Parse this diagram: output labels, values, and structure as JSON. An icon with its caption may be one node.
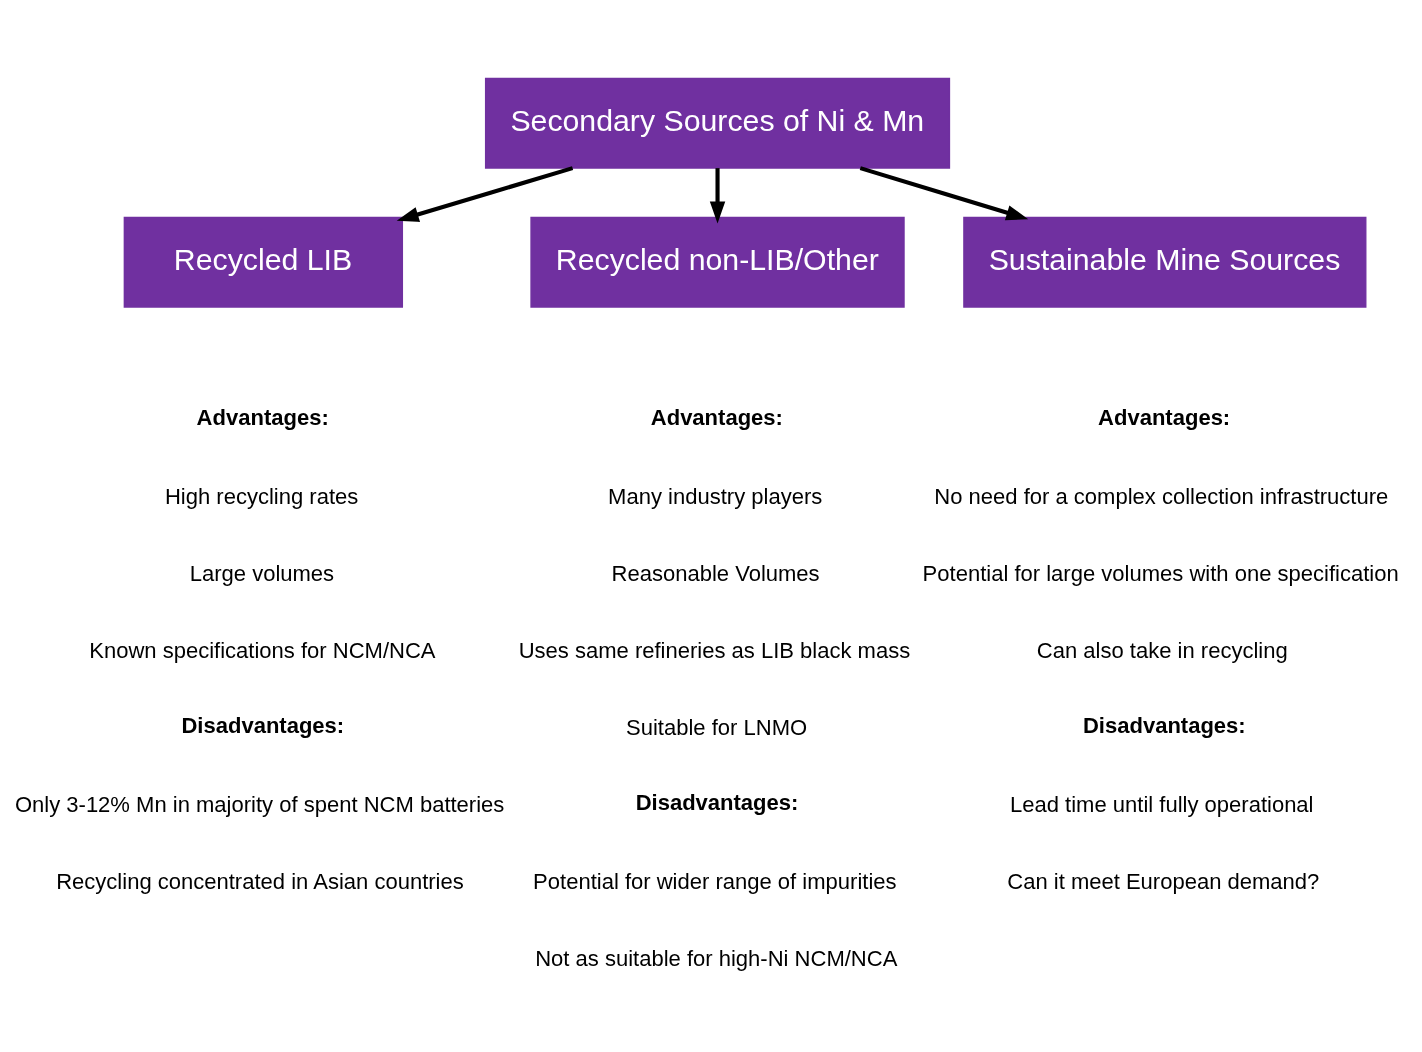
{
  "diagram": {
    "nodes": [
      {
        "text": [
          "Secondary Sources of Ni & Mn"
        ]
      },
      {
        "text": [
          "Recycled LIB"
        ],
        "beside": [
          "Advantages:",
          "High recycling rates",
          "Large volumes",
          "Known specifications for NCM/NCA",
          "Disadvantages:",
          "Only 3-12% Mn in majority of spent NCM batteries",
          "Recycling concentrated in Asian countries"
        ]
      },
      {
        "text": [
          "Recycled non-LIB/Other"
        ],
        "beside": [
          "Advantages:",
          "Many industry players",
          "Reasonable Volumes",
          "Uses same refineries as LIB black mass",
          "Suitable for LNMO",
          "Disadvantages:",
          "Potential for wider range of impurities",
          "Not as suitable for high-Ni NCM/NCA"
        ]
      },
      {
        "text": [
          "Sustainable Mine Sources"
        ],
        "beside": [
          "Advantages:",
          "No need for a complex collection infrastructure",
          "Potential for large volumes with one specification",
          "Can also take in recycling",
          "Disadvantages:",
          "Lead time until fully operational",
          "Can it meet European demand?"
        ]
      }
    ],
    "edges": [
      {
        "from": 0,
        "to": 1,
        "arrow": "to"
      },
      {
        "from": 0,
        "to": 2,
        "arrow": "to"
      },
      {
        "from": 0,
        "to": 3,
        "arrow": "to"
      }
    ]
  }
}
